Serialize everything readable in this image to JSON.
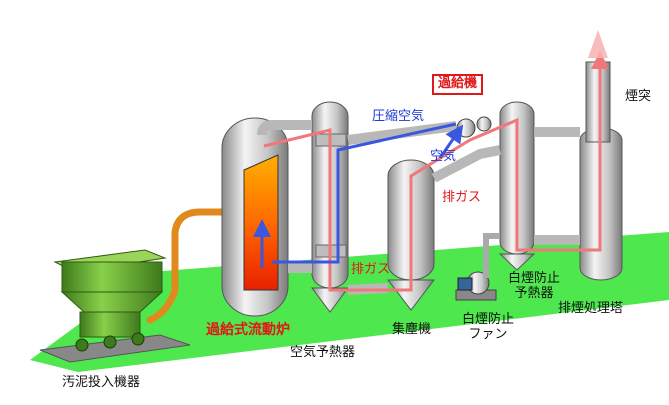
{
  "labels": {
    "sludge_feeder": "汚泥投入機器",
    "furnace": "過給式流動炉",
    "air_preheater": "空気予熱器",
    "dust_collector": "集塵機",
    "white_smoke_fan_line1": "白煙防止",
    "white_smoke_fan_line2": "ファン",
    "white_smoke_preheater_line1": "白煙防止",
    "white_smoke_preheater_line2": "予熱器",
    "exhaust_tower": "排煙処理塔",
    "chimney": "煙突",
    "turbocharger": "過給機",
    "compressed_air": "圧縮空気",
    "air": "空気",
    "exhaust_gas_1": "排ガス",
    "exhaust_gas_2": "排ガス"
  },
  "colors": {
    "ground": "#4ee84e",
    "equipment": "#c9c9c9",
    "feeder": "#5a9a30",
    "gas_flow": "#f0787a",
    "air_flow": "#3a57e0",
    "feed_pipe": "#e08a1e",
    "label_red": "#e01818",
    "label_blue": "#1e3bd6"
  }
}
